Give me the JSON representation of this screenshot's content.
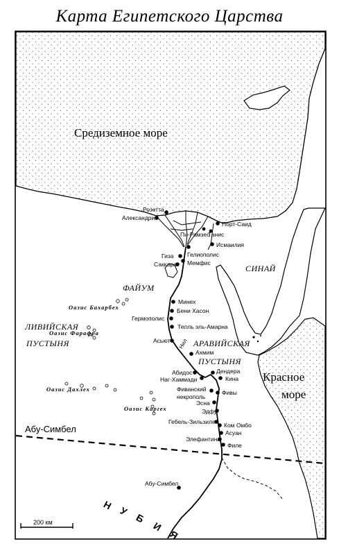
{
  "title": "Карта Египетского Царства",
  "seas": {
    "mediterranean": "Средиземное море",
    "red_line1": "Красное",
    "red_line2": "море"
  },
  "regions": {
    "sinai": "СИНАЙ",
    "fayum": "ФАЙУМ",
    "libyan_line1": "ЛИВИЙСКАЯ",
    "libyan_line2": "ПУСТЫНЯ",
    "arabian_line1": "АРАВИЙСКАЯ",
    "arabian_line2": "ПУСТЫНЯ",
    "nubia": [
      "Н",
      "У",
      "Б",
      "И",
      "Я"
    ]
  },
  "river": "Нил",
  "oases": {
    "bahariya": "Оазис Бахарбех",
    "farafra": "Оазис Фарафра",
    "dakhla": "Оазис Дахлех",
    "kharga": "Оазис Каргех"
  },
  "abu_simbel_line_label": "Абу-Симбел",
  "scale_label": "200 км",
  "cities": {
    "rosetta": "Розетта",
    "alexandria": "Александрия",
    "pi_ramesses": "Пи-Рамзес",
    "tanis": "Танис",
    "port_said": "Порт-Саид",
    "ismailia": "Исмаилия",
    "heliopolis": "Гелиополис",
    "giza": "Гиза",
    "memphis": "Мемфис",
    "saqqara": "Саккара",
    "minya": "Минех",
    "beni_hasan": "Бени Хасон",
    "hermopolis": "Гермополис",
    "amarna": "Телль эль-Амарна",
    "asyut": "Асьют",
    "akhmim": "Ахмим",
    "abydos": "Абидос",
    "dendera": "Дендера",
    "nag_hammadi": "Наг-Хаммади",
    "qena": "Кина",
    "theban_necropolis_line1": "Фиванский",
    "theban_necropolis_line2": "некрополь",
    "thebes": "Фивы",
    "esna": "Эсна",
    "edfu": "Эдфу",
    "gebel_silsila": "Гебель-Зильзиле",
    "kom_ombo": "Ком Омбо",
    "aswan": "Асуан",
    "elephantine": "Элефантина",
    "philae": "Филе",
    "abu_simbel": "Абу-Симбел"
  }
}
